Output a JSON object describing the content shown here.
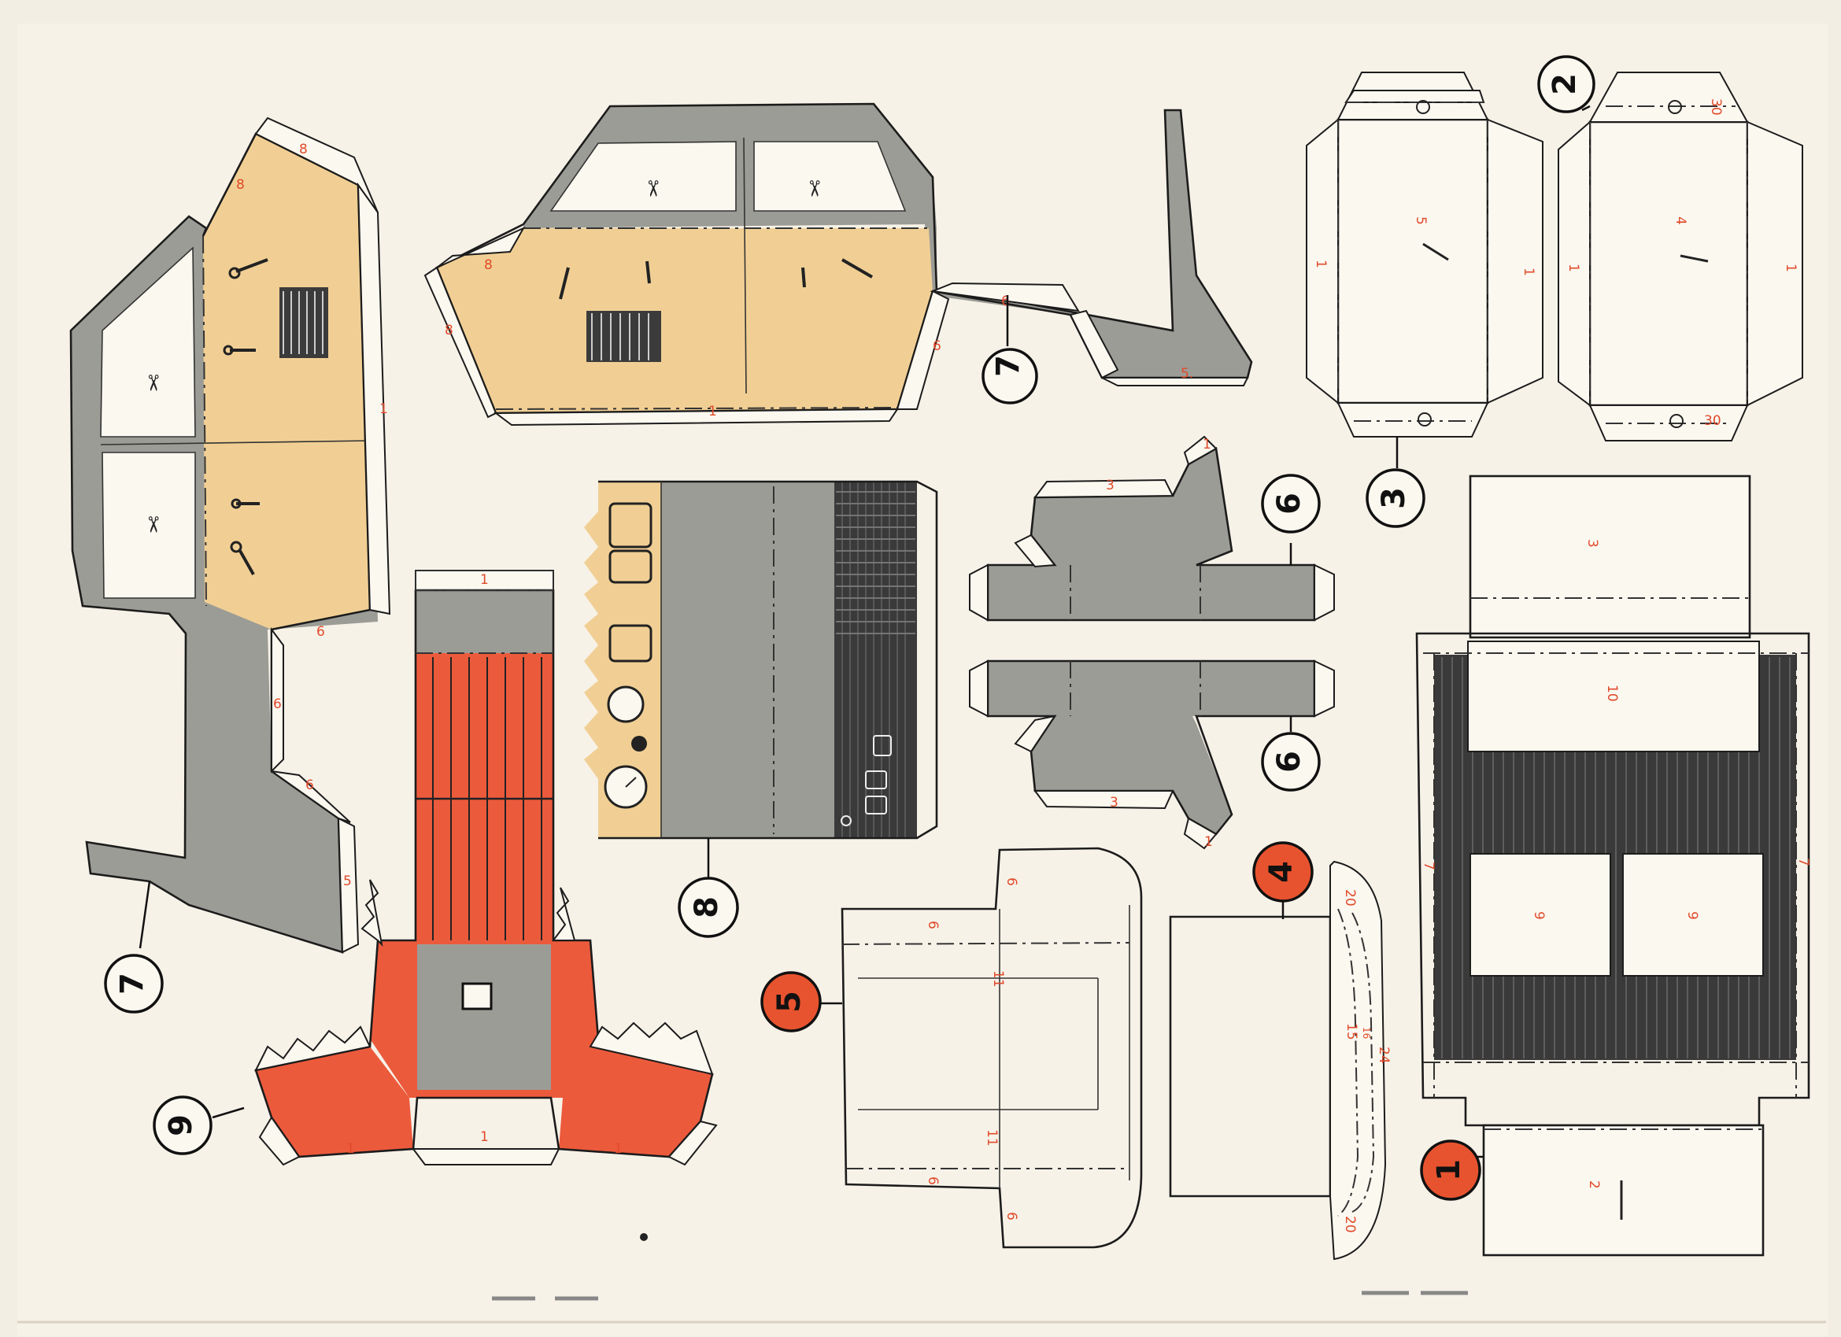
{
  "badges": {
    "p1": "1",
    "p2": "2",
    "p3": "3",
    "p4": "4",
    "p5": "5",
    "p6a": "6",
    "p6b": "6",
    "p7a": "7",
    "p7b": "7",
    "p8": "8",
    "p9": "9"
  },
  "labels": {
    "l_door_8a": "8",
    "l_door_8b": "8",
    "l_door_6a": "6",
    "l_door_6b": "6",
    "l_door_1": "1",
    "l_door_5": "5.",
    "l_side_8a": "8",
    "l_side_8b": "8",
    "l_side_1": "1",
    "l_side_6a": "6",
    "l_side_6b": "6",
    "l_side_6c": "6",
    "l_side_5": "5",
    "l_seat_1a": "1",
    "l_seat_1b": "1",
    "l_seat_1c": "1",
    "l_seat_1d": "1",
    "l_box5": "5",
    "l_box5_1a": "1",
    "l_box5_1b": "1",
    "l_box4": "4",
    "l_box4_1a": "1",
    "l_box4_1b": "1",
    "l_box4_30a": "30",
    "l_box4_30b": "30",
    "l_p6_3a": "3",
    "l_p6_3b": "3",
    "l_p6_1a": "1",
    "l_p6_1b": "1",
    "l_p5_11a": "11",
    "l_p5_11b": "11",
    "l_p5_6a": "6",
    "l_p5_6b": "6",
    "l_p5_6c": "6",
    "l_p5_6d": "6",
    "l_p4_20a": "20",
    "l_p4_20b": "20",
    "l_p4_15": "15",
    "l_p4_16": "16",
    "l_p4_24": "24",
    "l_p1_3": "3",
    "l_p1_10": "10",
    "l_p1_9a": "9",
    "l_p1_9b": "9",
    "l_p1_2": "2",
    "l_p1_7a": "7",
    "l_p1_7b": "7"
  },
  "colors": {
    "paper": "#f7f2e8",
    "gray": "#9c9c96",
    "tan": "#f1cf94",
    "red": "#ec5a3c",
    "ink": "#1c1c1c",
    "label": "#e04a2a"
  }
}
